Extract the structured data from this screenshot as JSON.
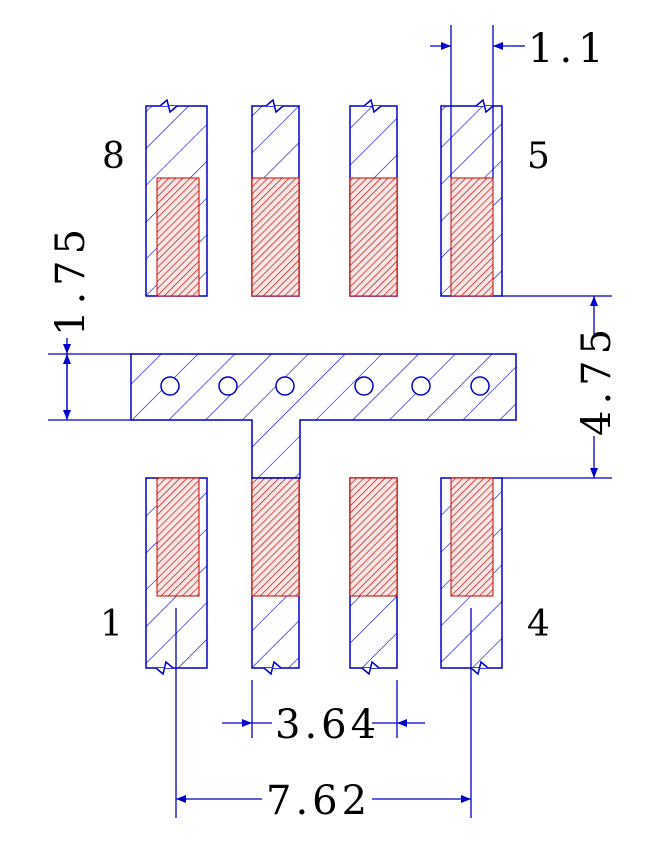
{
  "pin_labels": {
    "pin8": "8",
    "pin5": "5",
    "pin1": "1",
    "pin4": "4"
  },
  "dimensions": {
    "pad_width": "1.1",
    "bar_height": "1.75",
    "row_gap": "4.75",
    "pitch": "3.64",
    "overall": "7.62"
  },
  "colors": {
    "outline": "#0000cc",
    "pad_fill": "#f6e6e6",
    "pad_hatch": "#cc0000",
    "text": "#000000"
  }
}
